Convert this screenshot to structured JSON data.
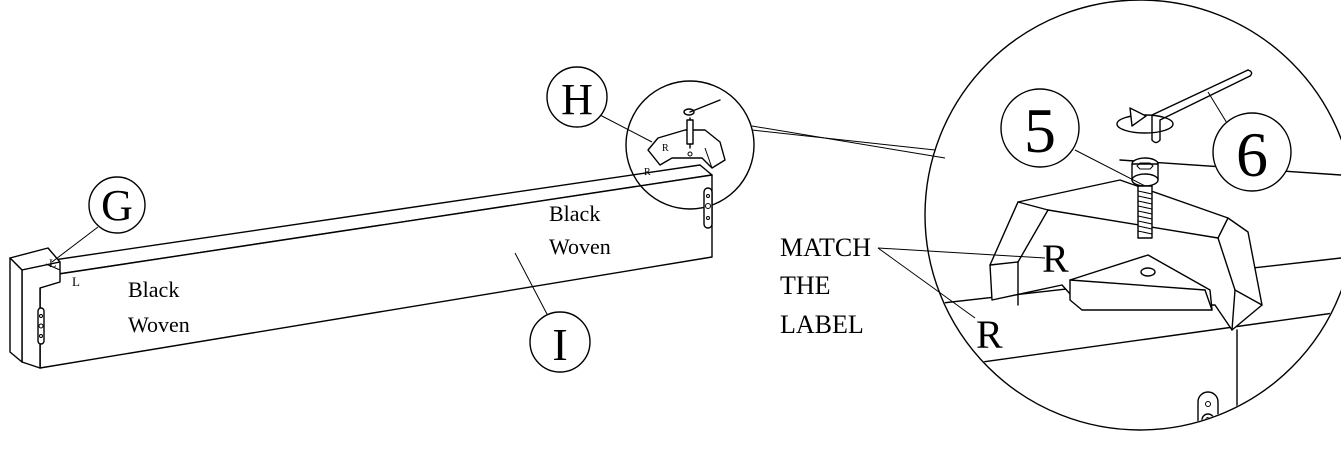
{
  "callouts": {
    "G": "G",
    "H": "H",
    "I": "I",
    "five": "5",
    "six": "6"
  },
  "labels": {
    "left_material_line1": "Black",
    "left_material_line2": "Woven",
    "right_material_line1": "Black",
    "right_material_line2": "Woven",
    "match_line1": "MATCH",
    "match_line2": "THE",
    "match_line3": "LABEL",
    "zoom_R_upper": "R",
    "zoom_R_lower": "R",
    "small_R_upper": "R",
    "small_R_lower": "R",
    "small_L_upper": "L",
    "small_L_lower": "L"
  }
}
